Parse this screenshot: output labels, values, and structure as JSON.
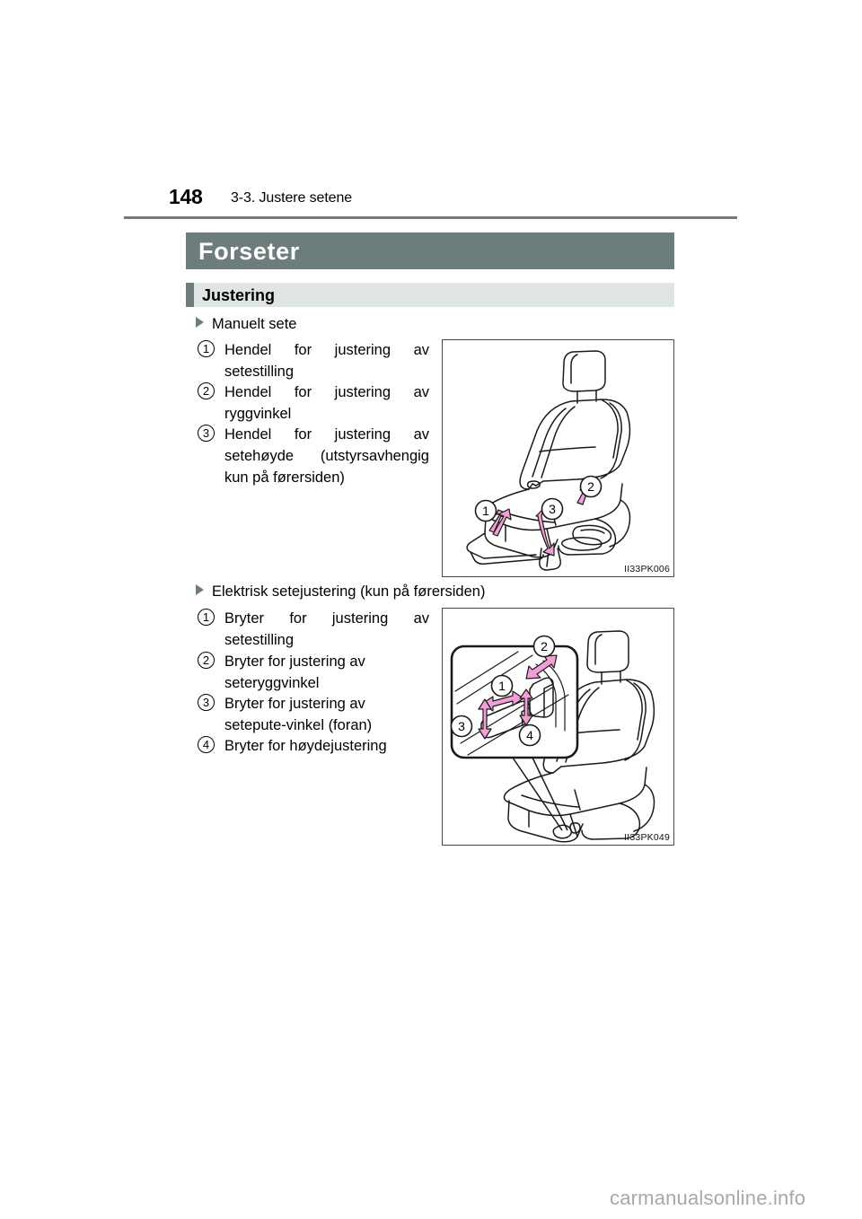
{
  "header": {
    "page_number": "148",
    "section_ref": "3-3. Justere setene",
    "rule_color": "#6d7d7c"
  },
  "chapter": {
    "title": "Forseter",
    "band_color": "#6d7d7c",
    "title_color": "#ffffff"
  },
  "subsection": {
    "title": "Justering",
    "tab_color": "#6d7d7c",
    "fill_color": "#dfe4e4"
  },
  "groups": [
    {
      "bullet_label": "Manuelt sete",
      "items": [
        {
          "num": "1",
          "text": "Hendel for justering av setestilling"
        },
        {
          "num": "2",
          "text": "Hendel for justering av ryggvinkel"
        },
        {
          "num": "3",
          "text": "Hendel for justering av setehøyde (utstyrsavhengig kun på førersiden)"
        }
      ],
      "figure": {
        "code": "II33PK006",
        "callouts": [
          "1",
          "2",
          "3"
        ],
        "description": "manuell forsete sett skrått forfra med hendler"
      }
    },
    {
      "bullet_label": "Elektrisk setejustering (kun på førersiden)",
      "items": [
        {
          "num": "1",
          "text": "Bryter for justering av setestilling"
        },
        {
          "num": "2",
          "text": "Bryter for justering av seteryggvinkel"
        },
        {
          "num": "3",
          "text": "Bryter for justering av setepute-vinkel (foran)"
        },
        {
          "num": "4",
          "text": "Bryter for høydejustering"
        }
      ],
      "figure": {
        "code": "II33PK049",
        "callouts": [
          "1",
          "2",
          "3",
          "4"
        ],
        "description": "elektrisk forsete med forstørret utsnitt av bryterpanel"
      }
    }
  ],
  "footer": {
    "watermark": "carmanualsonline.info"
  },
  "colors": {
    "accent": "#6d7d7c",
    "band_light": "#dfe4e4",
    "arrow_pink": "#f29fd8",
    "line": "#1a1a1a"
  }
}
